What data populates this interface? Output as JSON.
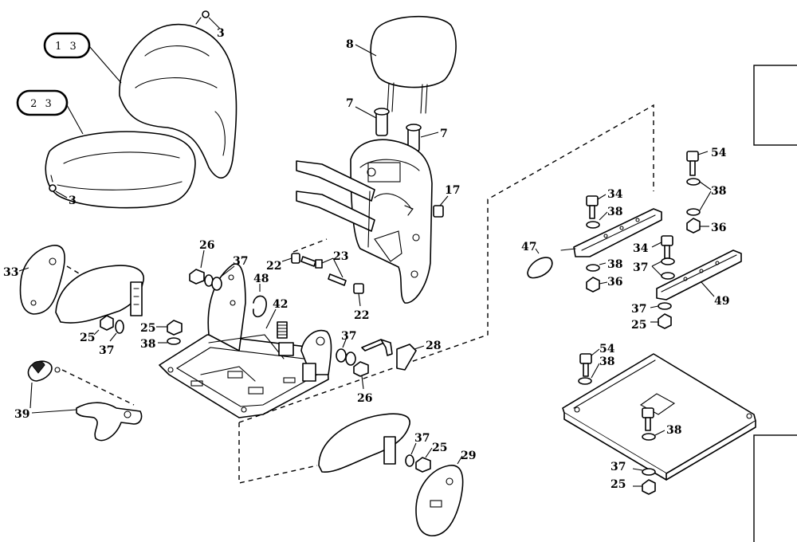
{
  "diagram": {
    "callouts_boxed": [
      "1 3",
      "2 3"
    ],
    "part_labels": {
      "p3a": "3",
      "p3b": "3",
      "p8": "8",
      "p7a": "7",
      "p7b": "7",
      "p17": "17",
      "p22a": "22",
      "p23": "23",
      "p22b": "22",
      "p26a": "26",
      "p37a": "37",
      "p48": "48",
      "p42": "42",
      "p33": "33",
      "p25a": "25",
      "p37b": "37",
      "p25b": "25",
      "p38a": "38",
      "p37c": "37",
      "p28": "28",
      "p26b": "26",
      "p39": "39",
      "p37d": "37",
      "p25c": "25",
      "p29": "29",
      "p54a": "54",
      "p38b": "38",
      "p34a": "34",
      "p38c": "38",
      "p36a": "36",
      "p47": "47",
      "p34b": "34",
      "p37e": "37",
      "p38d": "38",
      "p36b": "36",
      "p49": "49",
      "p37f": "37",
      "p25d": "25",
      "p54b": "54",
      "p38e": "38",
      "p38f": "38",
      "p37g": "37",
      "p25e": "25"
    }
  }
}
